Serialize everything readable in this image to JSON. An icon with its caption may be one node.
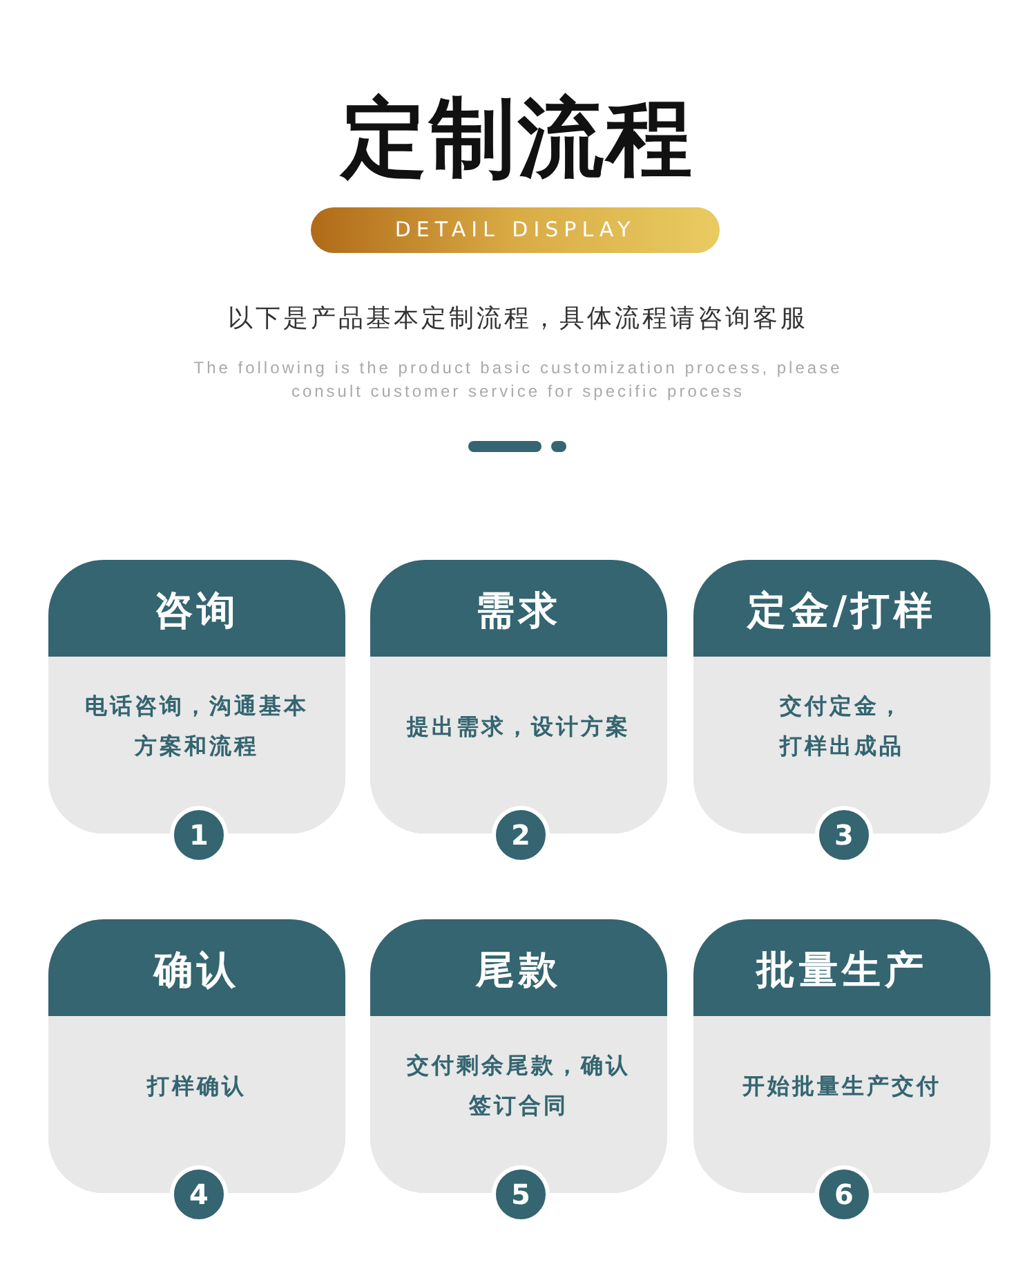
{
  "diagram": {
    "title": "定制流程",
    "nodes": [
      {
        "text": [
          "咨询",
          "电话咨询，沟通基本方案和流程"
        ]
      },
      {
        "text": [
          "1"
        ]
      },
      {
        "text": [
          "需求",
          "提出需求，设计方案"
        ]
      },
      {
        "text": [
          "2"
        ]
      },
      {
        "text": [
          "定金/打样",
          "交付定金，打样出成品"
        ]
      },
      {
        "text": [
          "3"
        ]
      },
      {
        "text": [
          "确认",
          "打样确认"
        ]
      },
      {
        "text": [
          "4"
        ]
      },
      {
        "text": [
          "尾款",
          "交付剩余尾款，确认签订合同"
        ]
      },
      {
        "text": [
          "5"
        ]
      },
      {
        "text": [
          "批量生产",
          "开始批量生产交付"
        ]
      },
      {
        "text": [
          "6"
        ]
      }
    ],
    "labels": [
      "DETAIL DISPLAY",
      "以下是产品基本定制流程，具体流程请咨询客服",
      "The following is the product basic customization process, please consult customer service for specific process"
    ]
  }
}
